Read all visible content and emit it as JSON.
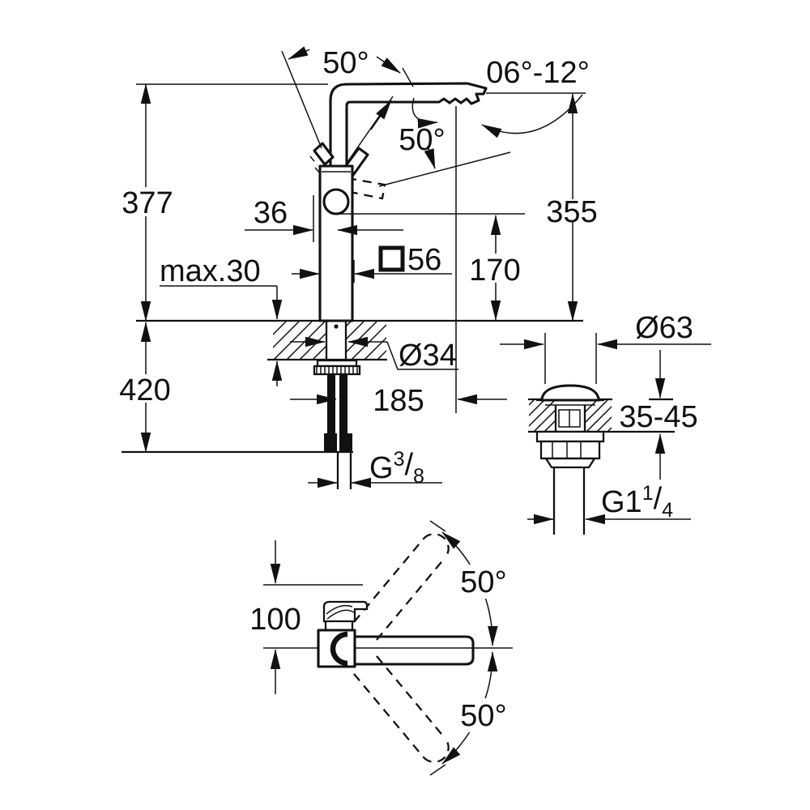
{
  "drawing": {
    "title": "faucet-dimensional-drawing",
    "background_color": "#ffffff",
    "line_color": "#111111",
    "main_view": {
      "handle_open_angle": "50°",
      "outlet_angle_range": "06°-12°",
      "handle_swing_angle": "50°",
      "total_height": "377",
      "spout_top_height": "355",
      "rear_to_axis": "36",
      "max_deck_thickness": "max.30",
      "body_square_size": "56",
      "outlet_height": "170",
      "below_counter_length": "420",
      "mounting_hole_dia": "Ø34",
      "spout_reach": "185",
      "supply_thread": {
        "prefix": "G",
        "numerator": "3",
        "slash": "/",
        "denominator": "8"
      }
    },
    "drain_view": {
      "flange_dia": "Ø63",
      "deck_thickness_range": "35-45",
      "waste_thread": {
        "prefix": "G1",
        "numerator": "1",
        "slash": "/",
        "denominator": "4"
      }
    },
    "plan_view": {
      "depth": "100",
      "swivel_upper_angle": "50°",
      "swivel_lower_angle": "50°"
    }
  }
}
